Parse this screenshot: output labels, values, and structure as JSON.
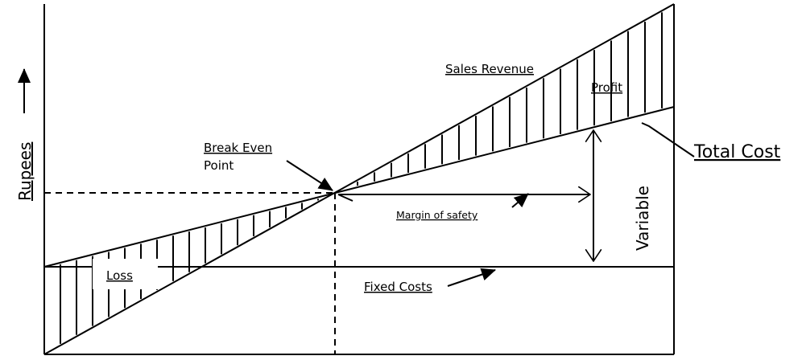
{
  "labels": {
    "y_axis": "Rupees",
    "sales_revenue": "Sales Revenue",
    "profit": "Profit",
    "break_even_line1": "Break Even",
    "break_even_line2": "Point",
    "margin_of_safety": "Margin of safety",
    "fixed_costs": "Fixed Costs",
    "loss": "Loss",
    "variable": "Variable",
    "total_cost": "Total Cost"
  },
  "colors": {
    "line": "#000000",
    "background": "#ffffff"
  }
}
